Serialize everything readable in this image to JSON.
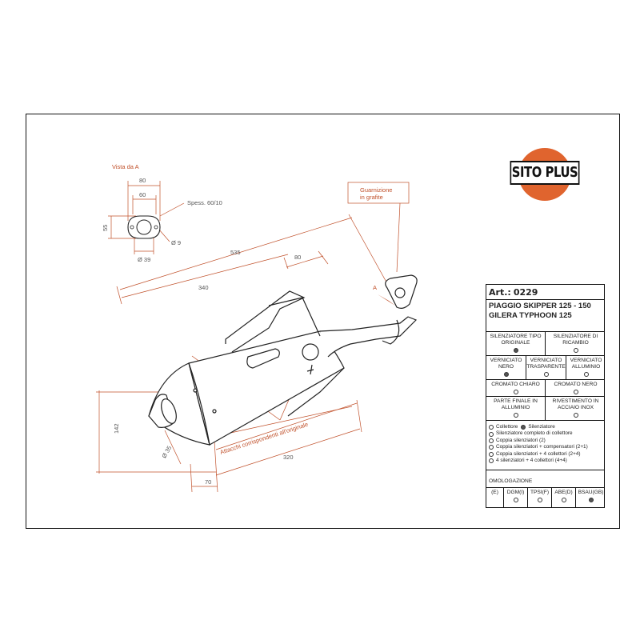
{
  "brand": {
    "logo_text": "SITO PLUS"
  },
  "article": {
    "label": "Art.:",
    "number": "0229"
  },
  "models": [
    "PIAGGIO SKIPPER 125 - 150",
    "GILERA TYPHOON 125"
  ],
  "type_row": [
    {
      "text": "SILENZIATORE TIPO ORIGINALE",
      "filled": true
    },
    {
      "text": "SILENZIATORE DI RICAMBIO",
      "filled": false
    }
  ],
  "finish_row": [
    {
      "text": "VERNICIATO NERO",
      "filled": true
    },
    {
      "text": "VERNICIATO TRASPARENTE",
      "filled": false
    },
    {
      "text": "VERNICIATO ALLUMINIO",
      "filled": false
    }
  ],
  "chrome_row": [
    {
      "text": "CROMATO CHIARO",
      "filled": false
    },
    {
      "text": "CROMATO NERO",
      "filled": false
    }
  ],
  "end_row": [
    {
      "text": "PARTE FINALE IN ALLUMINIO",
      "filled": false
    },
    {
      "text": "RIVESTIMENTO IN ACCIAIO INOX",
      "filled": false
    }
  ],
  "options": [
    {
      "items": [
        {
          "text": "Collettore",
          "filled": false
        },
        {
          "text": "Silenziatore",
          "filled": true
        }
      ]
    },
    {
      "items": [
        {
          "text": "Silenziatore completo di collettore",
          "filled": false
        }
      ]
    },
    {
      "items": [
        {
          "text": "Coppia silenziatori (2)",
          "filled": false
        }
      ]
    },
    {
      "items": [
        {
          "text": "Coppia silenziatori + compensatori (2+1)",
          "filled": false
        }
      ]
    },
    {
      "items": [
        {
          "text": "Coppia silenziatori + 4 collettori (2+4)",
          "filled": false
        }
      ]
    },
    {
      "items": [
        {
          "text": "4 silenziatori + 4 collettori (4+4)",
          "filled": false
        }
      ]
    }
  ],
  "homologation": {
    "title": "OMOLOGAZIONE",
    "items": [
      {
        "text": "(E)",
        "filled": false
      },
      {
        "text": "DGM(I)",
        "filled": false
      },
      {
        "text": "TPSI(F)",
        "filled": false
      },
      {
        "text": "ABE(D)",
        "filled": false
      },
      {
        "text": "BSAU(GB)",
        "filled": true
      }
    ]
  },
  "drawing": {
    "view_label": "Vista da A",
    "flange_dims": {
      "w80": "80",
      "w60": "60",
      "h55": "55",
      "d39": "Ø 39",
      "d9": "Ø 9",
      "thickness": "Spess. 60/10"
    },
    "gasket_note": [
      "Guarnizione",
      "in grafite"
    ],
    "point_a": "A",
    "body_dims": {
      "d535": "535",
      "d80": "80",
      "d340": "340",
      "d142": "142",
      "d35": "Ø 35",
      "d320": "320",
      "d70": "70"
    },
    "attach_note": "Attacchi corrispondenti all'originale"
  },
  "colors": {
    "dimension": "#c0502a",
    "logo_orange": "#e0642e",
    "line": "#333333"
  }
}
